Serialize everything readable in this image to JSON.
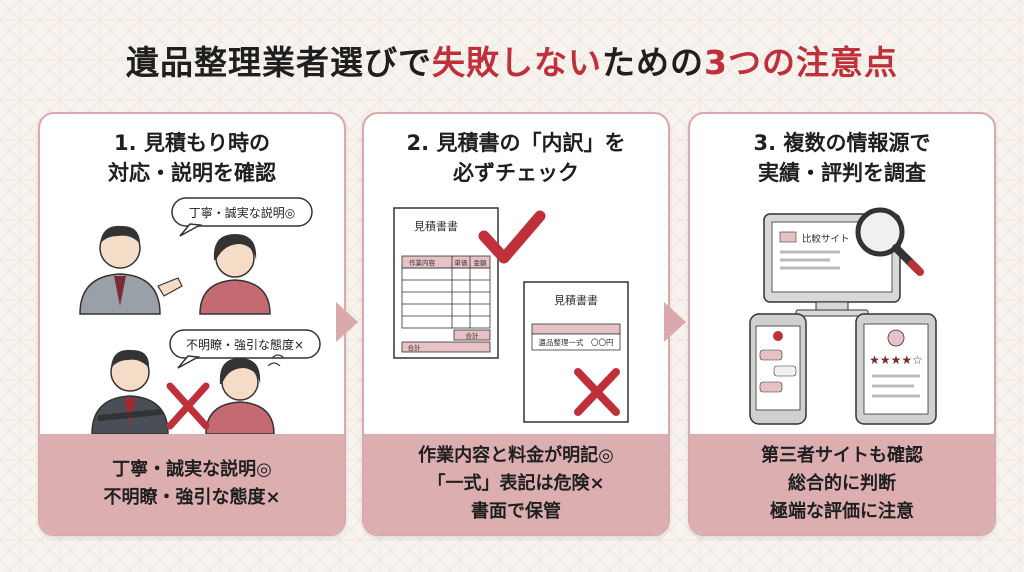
{
  "title": {
    "part1": "遺品整理業者選びで",
    "part2": "失敗しない",
    "part3": "ための",
    "part4": "3つの注意点"
  },
  "colors": {
    "accent": "#c0303b",
    "footer_bg": "#dcaeb0",
    "card_border": "#d9a9ab"
  },
  "cards": [
    {
      "heading_line1": "1. 見積もり時の",
      "heading_line2": "対応・説明を確認",
      "bubble_good": "丁寧・誠実な説明◎",
      "bubble_bad": "不明瞭・強引な態度×",
      "footer_line1": "丁寧・誠実な説明◎",
      "footer_line2": "不明瞭・強引な態度×"
    },
    {
      "heading_line1": "2. 見積書の「内訳」を",
      "heading_line2": "必ずチェック",
      "doc1_title": "見積書書",
      "doc1_col1": "作業内容",
      "doc1_col2": "単価",
      "doc1_col3": "金額",
      "doc1_subtotal": "合計",
      "doc1_total": "合計",
      "doc2_title": "見積書書",
      "doc2_line": "遺品整理一式　〇〇円",
      "footer_line1": "作業内容と料金が明記◎",
      "footer_line2": "「一式」表記は危険×",
      "footer_line3": "書面で保管"
    },
    {
      "heading_line1": "3. 複数の情報源で",
      "heading_line2": "実績・評判を調査",
      "monitor_text": "比較サイト",
      "footer_line1": "第三者サイトも確認",
      "footer_line2": "総合的に判断",
      "footer_line3": "極端な評価に注意"
    }
  ]
}
